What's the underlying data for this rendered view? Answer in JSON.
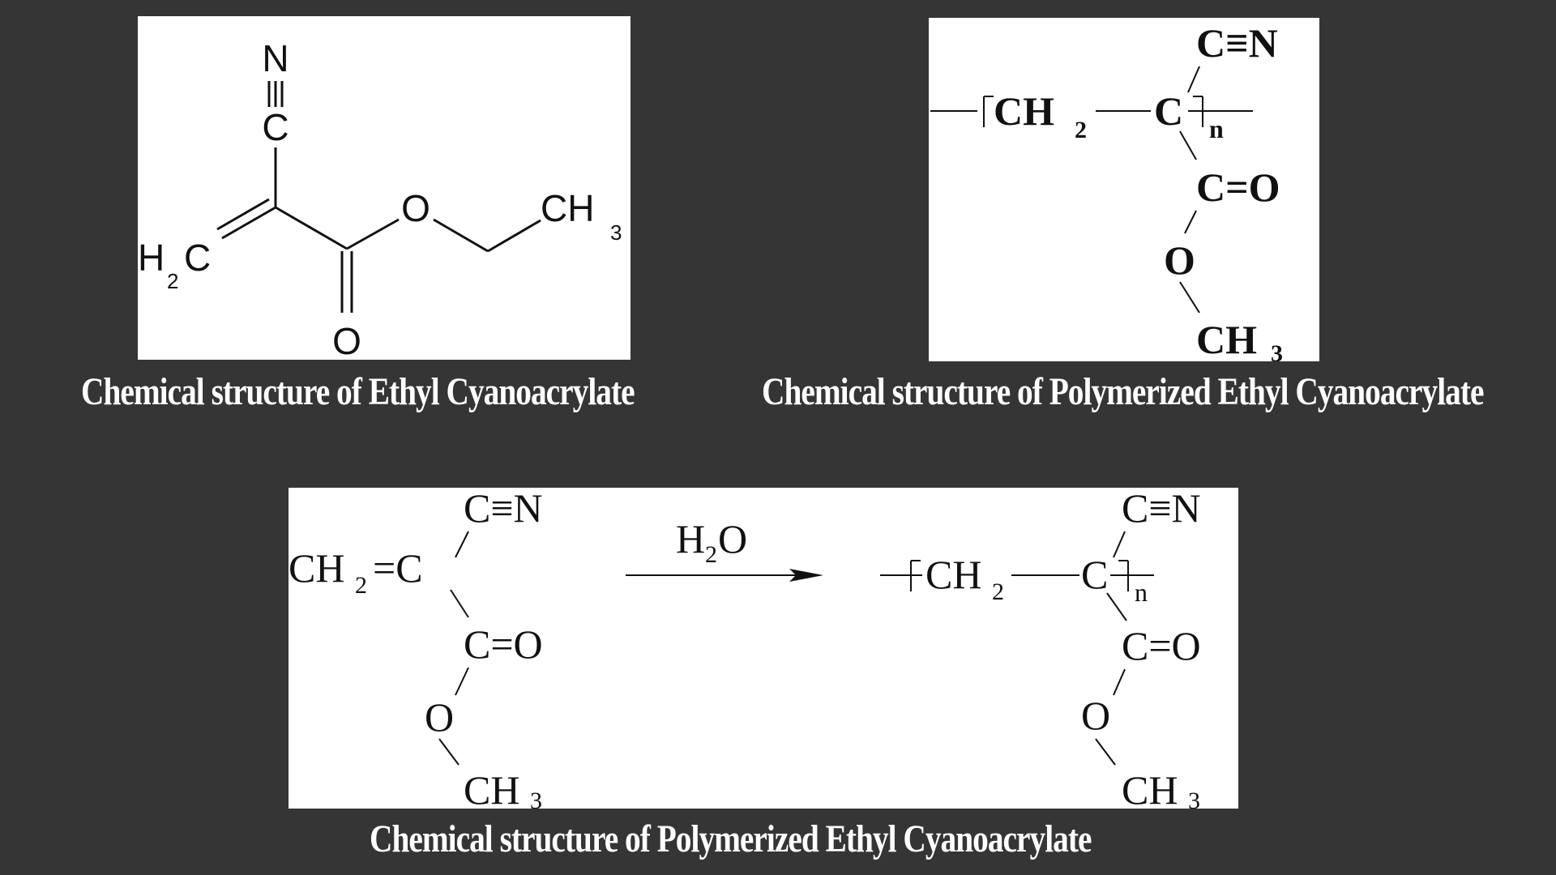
{
  "captions": {
    "monomer": "Chemical structure of Ethyl Cyanoacrylate",
    "polymer": "Chemical structure of Polymerized Ethyl Cyanoacrylate",
    "reaction": "Chemical structure of Polymerized Ethyl Cyanoacrylate"
  },
  "monomer_labels": {
    "nitrogen": "N",
    "nitrile_carbon": "C",
    "ch2": "H",
    "ch2_sub": "2",
    "ch2_c": "C",
    "ester_oxygen": "O",
    "carbonyl_oxygen": "O",
    "methyl": "CH",
    "methyl_sub": "3"
  },
  "polymer_labels": {
    "nitrile": "C≡N",
    "ch2": "CH",
    "ch2_sub": "2",
    "backbone_c": "C",
    "repeat_n": "n",
    "carbonyl": "C=O",
    "ester_o": "O",
    "methyl": "CH",
    "methyl_sub": "3"
  },
  "reaction_labels": {
    "reactant_nitrile": "C≡N",
    "reactant_ch2": "CH",
    "reactant_ch2_sub": "2",
    "reactant_double": "=C",
    "reactant_carbonyl": "C=O",
    "reactant_o": "O",
    "reactant_methyl": "CH",
    "reactant_methyl_sub": "3",
    "reagent": "H",
    "reagent_sub": "2",
    "reagent_o": "O",
    "product_nitrile": "C≡N",
    "product_ch2": "CH",
    "product_ch2_sub": "2",
    "product_c": "C",
    "product_n": "n",
    "product_carbonyl": "C=O",
    "product_o": "O",
    "product_methyl": "CH",
    "product_methyl_sub": "3"
  }
}
